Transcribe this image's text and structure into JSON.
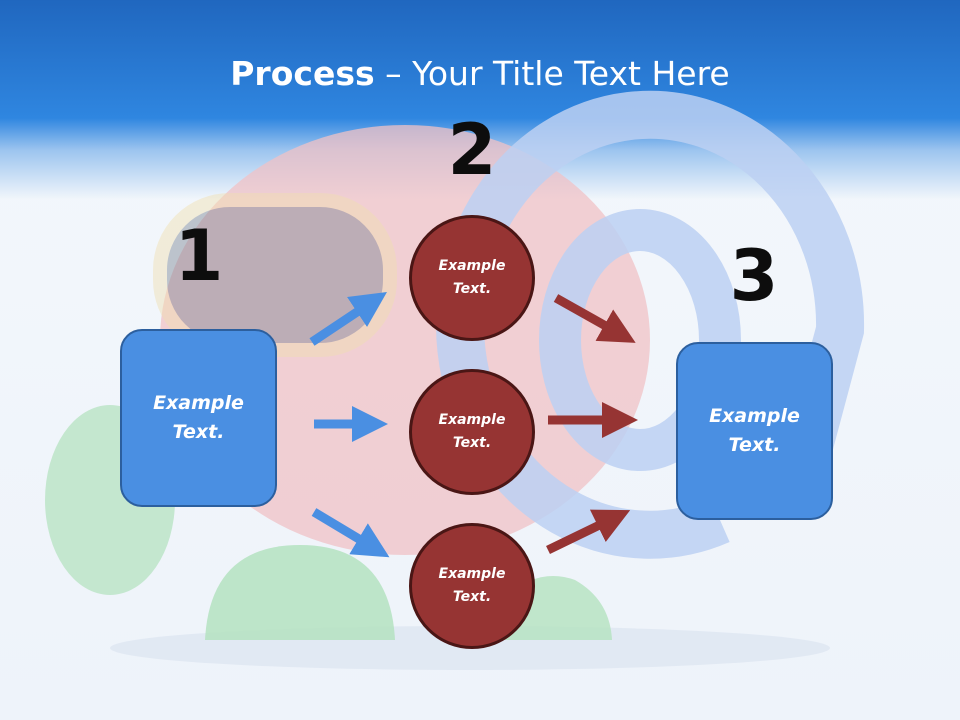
{
  "title": {
    "bold": "Process",
    "rest": " – Your Title Text Here"
  },
  "steps": [
    {
      "number": "1",
      "label": "Example Text."
    },
    {
      "number": "2",
      "labels": [
        "Example Text.",
        "Example Text.",
        "Example Text."
      ]
    },
    {
      "number": "3",
      "label": "Example Text."
    }
  ],
  "colors": {
    "banner": "#2f86e0",
    "box_fill": "#4a8fe2",
    "circle_fill": "#963433",
    "arrow_blue": "#4a8fe2",
    "arrow_red": "#963433"
  }
}
